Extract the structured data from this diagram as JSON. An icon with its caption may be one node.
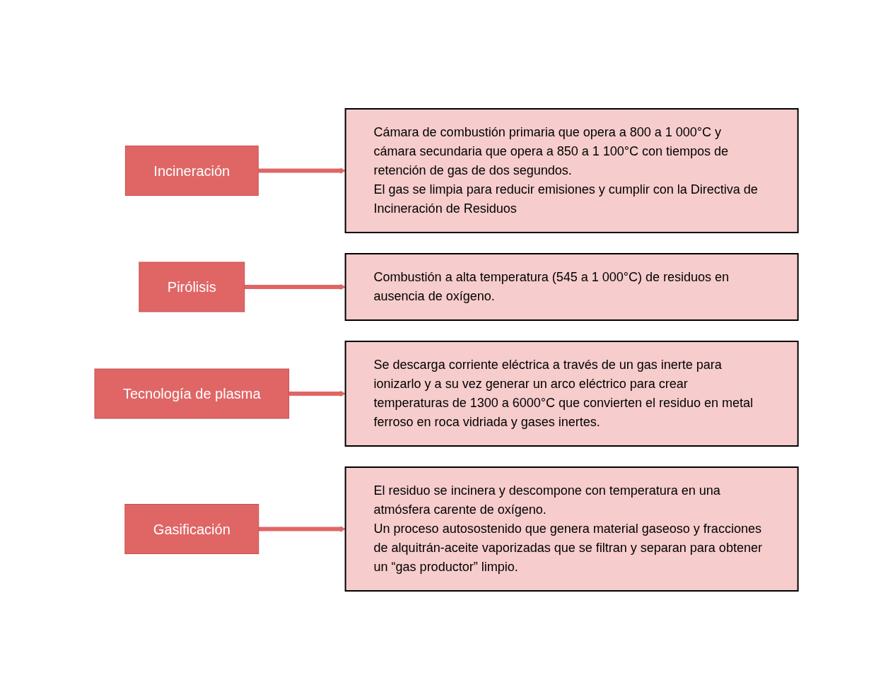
{
  "diagram": {
    "nodes": [
      {
        "text": [
          "Incineración"
        ]
      },
      {
        "text": [
          "Cámara de combustión primaria que opera a 800 a 1 000°C y cámara secundaria que opera a 850 a 1 100°C con tiempos de retención de gas de dos segundos.",
          "El gas se limpia para reducir emisiones y cumplir con la Directiva de Incineración de Residuos"
        ]
      },
      {
        "text": [
          "Pirólisis"
        ]
      },
      {
        "text": [
          "Combustión a alta temperatura (545 a 1 000°C) de residuos en ausencia de oxígeno."
        ]
      },
      {
        "text": [
          "Tecnología de plasma"
        ]
      },
      {
        "text": [
          "Se descarga corriente eléctrica a través de un gas inerte para ionizarlo y a su vez generar un arco eléctrico para crear temperaturas de 1300 a 6000°C que convierten el residuo en metal ferroso en roca vidriada y gases inertes."
        ]
      },
      {
        "text": [
          "Gasificación"
        ]
      },
      {
        "text": [
          "El residuo se incinera y descompone con temperatura en una atmósfera carente de oxígeno.",
          "Un proceso autosostenido que genera material gaseoso y fracciones de alquitrán-aceite vaporizadas que se filtran y separan para obtener un “gas productor” limpio."
        ]
      }
    ],
    "edges": [
      {
        "from": 0,
        "to": 1,
        "arrow": "to"
      },
      {
        "from": 2,
        "to": 3,
        "arrow": "to"
      },
      {
        "from": 4,
        "to": 5,
        "arrow": "to"
      },
      {
        "from": 6,
        "to": 7,
        "arrow": "to"
      }
    ]
  }
}
